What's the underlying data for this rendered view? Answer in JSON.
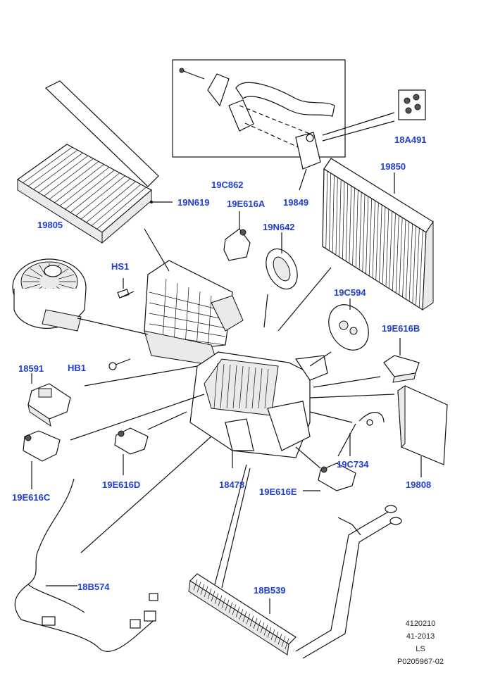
{
  "labels": {
    "l19C862": "19C862",
    "l18A491": "18A491",
    "l19850": "19850",
    "l19849": "19849",
    "l19N619": "19N619",
    "l19E616A": "19E616A",
    "l19N642": "19N642",
    "l19805": "19805",
    "lHS1": "HS1",
    "l19C594": "19C594",
    "l19E616B": "19E616B",
    "l18591": "18591",
    "lHB1": "HB1",
    "l19C734": "19C734",
    "l19808": "19808",
    "l19E616D": "19E616D",
    "l18478": "18478",
    "l19E616E": "19E616E",
    "l19E616C": "19E616C",
    "l18B574": "18B574",
    "l18B539": "18B539"
  },
  "reference": {
    "line1": "4120210",
    "line2": "41-2013",
    "line3": "LS",
    "line4": "P0205967-02"
  },
  "colors": {
    "callout": "#1f3fd6",
    "linework": "#111111"
  }
}
